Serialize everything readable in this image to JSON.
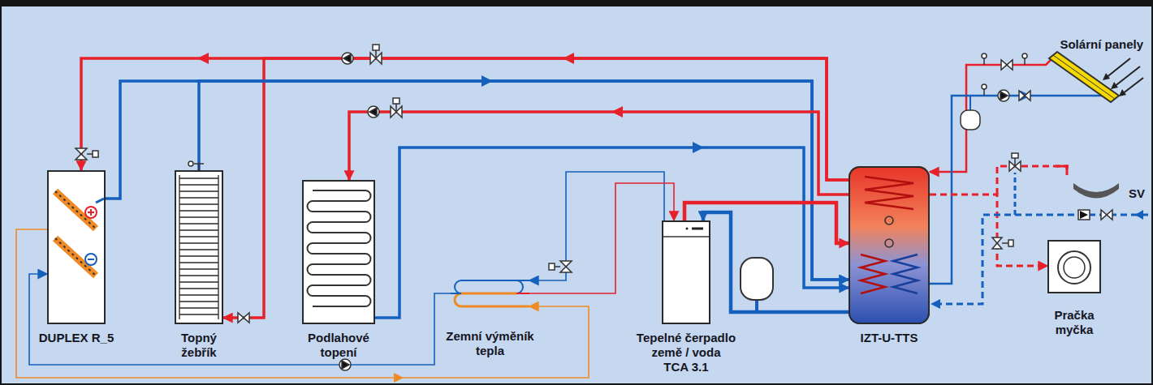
{
  "diagram": {
    "nodes": [
      {
        "text": [
          "DUPLEX R_5"
        ]
      },
      {
        "text": [
          "Topný žebřík"
        ]
      },
      {
        "text": [
          "Podlahové topení"
        ]
      },
      {
        "text": [
          "Zemní výměník tepla"
        ]
      },
      {
        "text": [
          "Tepelné čerpadlo země / voda",
          "TCA 3.1"
        ]
      },
      {
        "text": [
          "IZT-U-TTS"
        ]
      },
      {
        "text": [
          "Solární panely"
        ]
      },
      {
        "text": [
          "Pračka myčka"
        ]
      }
    ],
    "edges": [
      {
        "from": 5,
        "to": 0,
        "arrow": "to"
      },
      {
        "from": 0,
        "to": 5,
        "arrow": "to"
      },
      {
        "from": 5,
        "to": 1,
        "arrow": "to"
      },
      {
        "from": 1,
        "to": 5,
        "arrow": "to"
      },
      {
        "from": 5,
        "to": 2,
        "arrow": "to"
      },
      {
        "from": 2,
        "to": 5,
        "arrow": "to"
      },
      {
        "from": 4,
        "to": 5,
        "arrow": "to"
      },
      {
        "from": 5,
        "to": 4,
        "arrow": "to"
      },
      {
        "from": 4,
        "to": 3,
        "arrow": "to"
      },
      {
        "from": 3,
        "to": 4,
        "arrow": "to"
      },
      {
        "from": 0,
        "to": 3,
        "arrow": "to"
      },
      {
        "from": 3,
        "to": 0,
        "arrow": "to"
      },
      {
        "from": 6,
        "to": 5,
        "arrow": "to"
      },
      {
        "from": 5,
        "to": 6,
        "arrow": "to"
      },
      {
        "from": 5,
        "to": 7,
        "arrow": "to"
      }
    ],
    "labels": [
      "SV"
    ]
  }
}
